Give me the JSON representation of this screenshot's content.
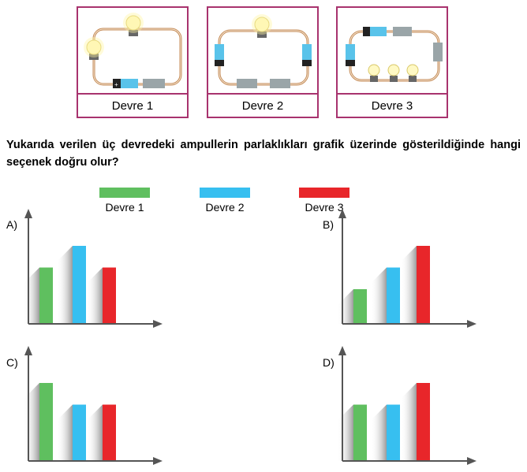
{
  "circuits": [
    {
      "caption": "Devre 1"
    },
    {
      "caption": "Devre 2"
    },
    {
      "caption": "Devre 3"
    }
  ],
  "question": "Yukarıda verilen üç  devredeki ampullerin parlaklıkları grafik üzerinde gösterildiğinde hangi seçenek doğru olur?",
  "legend": [
    {
      "label": "Devre 1",
      "color": "#5fbf5f"
    },
    {
      "label": "Devre 2",
      "color": "#37bff0"
    },
    {
      "label": "Devre 3",
      "color": "#e8262a"
    }
  ],
  "chart_data": [
    {
      "option": "A)",
      "type": "bar",
      "categories": [
        "Devre 1",
        "Devre 2",
        "Devre 3"
      ],
      "values": [
        2.6,
        3.6,
        2.6
      ]
    },
    {
      "option": "B)",
      "type": "bar",
      "categories": [
        "Devre 1",
        "Devre 2",
        "Devre 3"
      ],
      "values": [
        1.6,
        2.6,
        3.6
      ]
    },
    {
      "option": "C)",
      "type": "bar",
      "categories": [
        "Devre 1",
        "Devre 2",
        "Devre 3"
      ],
      "values": [
        3.6,
        2.6,
        2.6
      ]
    },
    {
      "option": "D)",
      "type": "bar",
      "categories": [
        "Devre 1",
        "Devre 2",
        "Devre 3"
      ],
      "values": [
        2.6,
        2.6,
        3.6
      ]
    }
  ]
}
